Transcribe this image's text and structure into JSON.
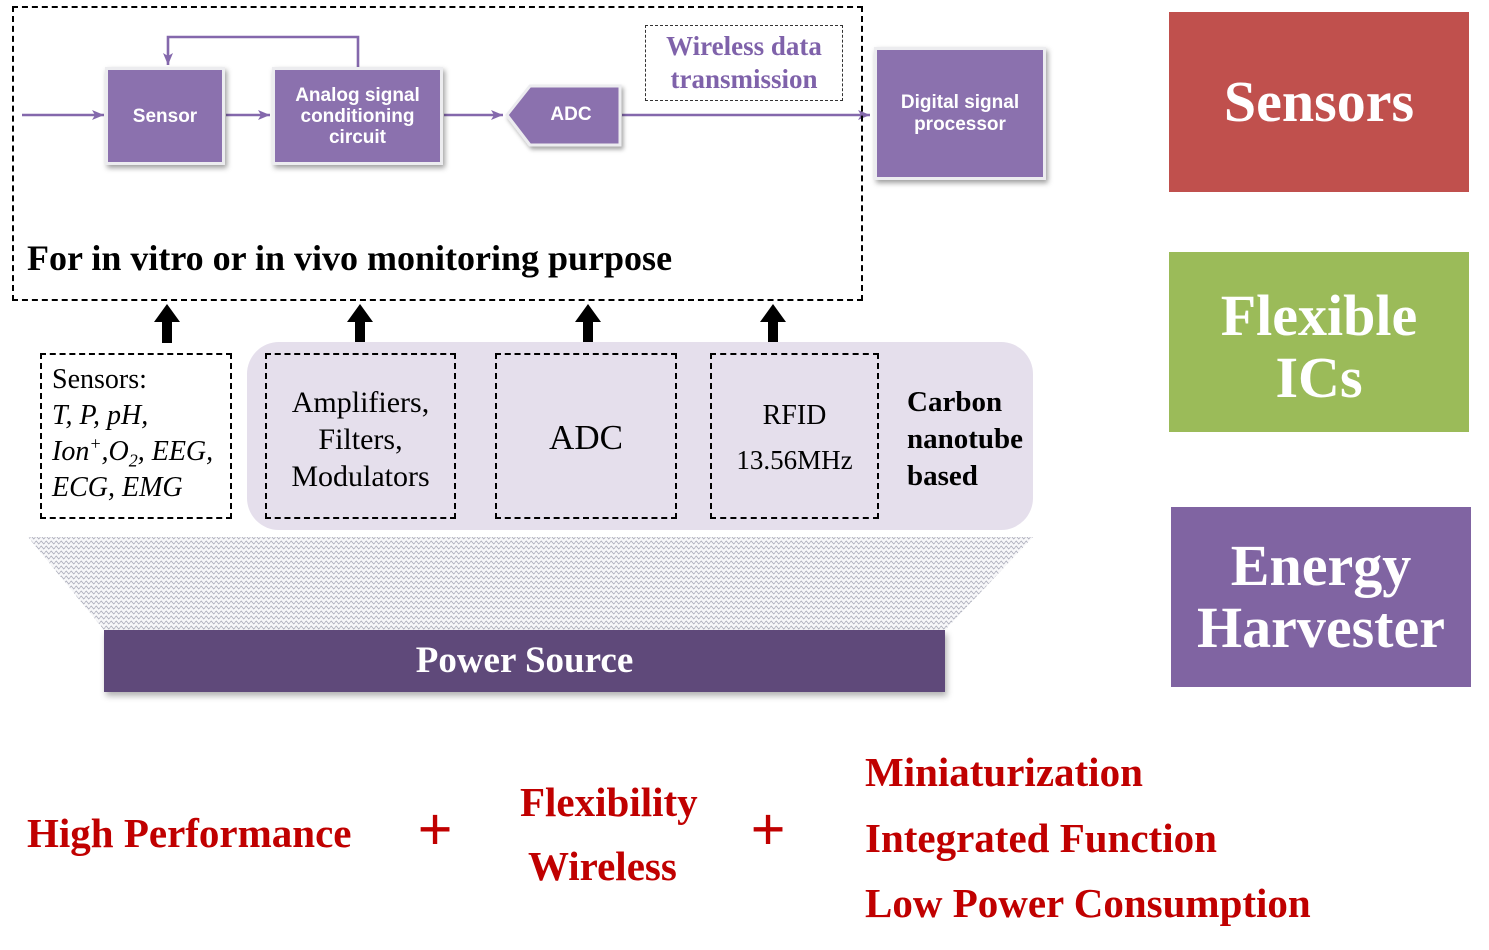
{
  "pipeline": {
    "sensor_label": "Sensor",
    "analog_lines": [
      "Analog signal",
      "conditioning",
      "circuit"
    ],
    "adc_label": "ADC",
    "wireless_lines": [
      "Wireless data",
      "transmission"
    ],
    "dsp_lines": [
      "Digital signal",
      "processor"
    ],
    "caption": "For in vitro or in vivo monitoring purpose"
  },
  "sensors_list": {
    "heading": "Sensors:",
    "line1": "T, P, pH,",
    "line2": {
      "a": "Ion",
      "sup": "+",
      "b": ",O",
      "sub": "2",
      "c": ", EEG,"
    },
    "line3": "ECG, EMG"
  },
  "circuits": {
    "amplifier_lines": [
      "Amplifiers,",
      "Filters,",
      "Modulators"
    ],
    "adc_label": "ADC",
    "rfid_lines": [
      "RFID",
      "13.56MHz"
    ],
    "material_lines": [
      "Carbon",
      "nanotube",
      "based"
    ]
  },
  "power_source": "Power Source",
  "categories": [
    {
      "lines": [
        "Sensors"
      ],
      "color": "#c0504d"
    },
    {
      "lines": [
        "Flexible",
        "ICs"
      ],
      "color": "#9bbb59"
    },
    {
      "lines": [
        "Energy",
        "Harvester"
      ],
      "color": "#8064a2"
    }
  ],
  "benefits": {
    "plus": "+",
    "group1": [
      "High Performance"
    ],
    "group2": [
      "Flexibility",
      "Wireless"
    ],
    "group3": [
      "Miniaturization",
      "Integrated Function",
      "Low Power Consumption"
    ]
  }
}
